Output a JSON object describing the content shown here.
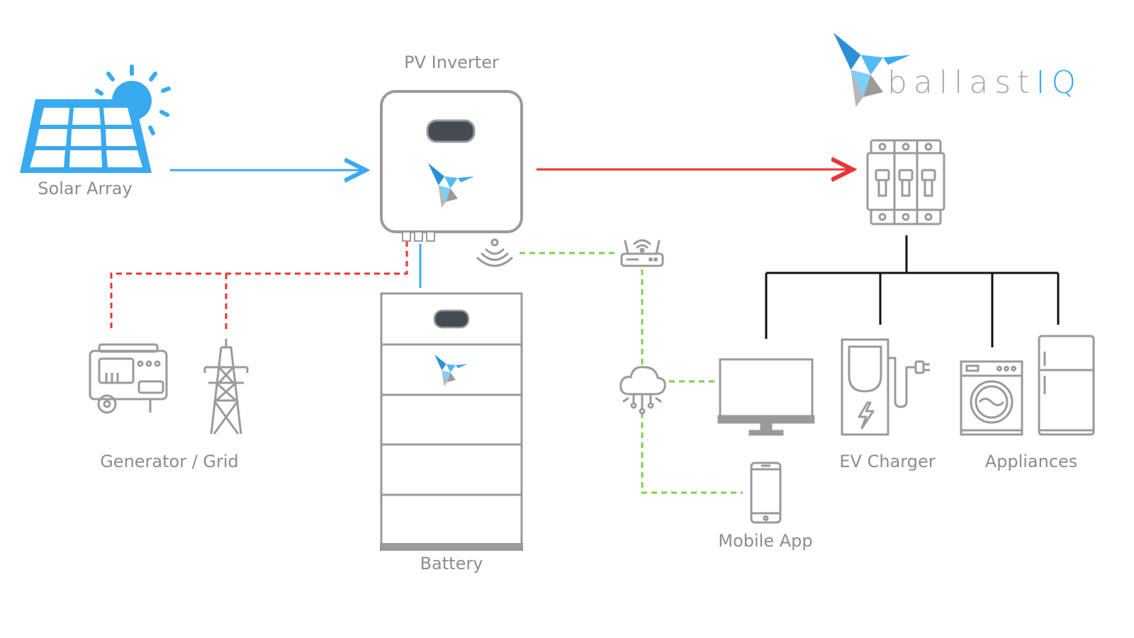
{
  "labels": {
    "pv_inverter": "PV Inverter",
    "solar_array": "Solar Array",
    "generator_grid": "Generator / Grid",
    "battery": "Battery",
    "mobile_app": "Mobile App",
    "ev_charger": "EV Charger",
    "appliances": "Appliances"
  },
  "logo": {
    "prefix": "ballast",
    "suffix": "IQ"
  },
  "colors": {
    "solar_blue": "#3aaaf0",
    "ac_red": "#ee3333",
    "data_green": "#7fd04a",
    "device_gray": "#9a9a9a",
    "load_black": "#111111",
    "logo_gray": "#a8a8a8",
    "logo_blue": "#3aaaf0"
  },
  "links": [
    {
      "from": "solar-array",
      "to": "pv-inverter",
      "type": "dc-power",
      "color": "blue"
    },
    {
      "from": "pv-inverter",
      "to": "breaker-panel",
      "type": "ac-power",
      "color": "red"
    },
    {
      "from": "pv-inverter",
      "to": "generator-grid",
      "type": "ac-backup",
      "color": "red-dashed"
    },
    {
      "from": "pv-inverter",
      "to": "battery",
      "type": "dc-power",
      "color": "blue"
    },
    {
      "from": "pv-inverter",
      "to": "router",
      "type": "wireless-data",
      "color": "green-dashed"
    },
    {
      "from": "router",
      "to": "cloud",
      "type": "data",
      "color": "green-dashed"
    },
    {
      "from": "cloud",
      "to": "monitor",
      "type": "data",
      "color": "green-dashed"
    },
    {
      "from": "cloud",
      "to": "mobile-app",
      "type": "data",
      "color": "green-dashed"
    },
    {
      "from": "breaker-panel",
      "to": "loads",
      "type": "ac-distribution",
      "color": "black"
    }
  ],
  "icons": [
    "sun-icon",
    "solar-panel-icon",
    "inverter-icon",
    "hummingbird-icon",
    "wifi-signal-icon",
    "router-icon",
    "cloud-icon",
    "breaker-panel-icon",
    "generator-icon",
    "transmission-tower-icon",
    "battery-stack-icon",
    "monitor-icon",
    "smartphone-icon",
    "ev-charger-icon",
    "washing-machine-icon",
    "refrigerator-icon"
  ]
}
